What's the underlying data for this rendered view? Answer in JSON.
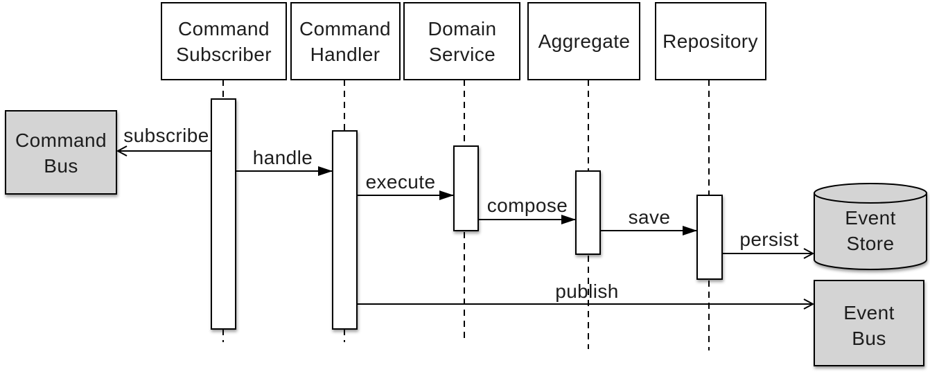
{
  "diagram": {
    "kind": "uml-sequence-diagram",
    "colors": {
      "background": "#ffffff",
      "node_fill": "#d4d4d4",
      "actor_box_fill": "#ffffff",
      "stroke": "#000000",
      "text": "#1d1d1d"
    },
    "actors": [
      {
        "id": "command-subscriber",
        "label": "Command Subscriber",
        "line1": "Command",
        "line2": "Subscriber"
      },
      {
        "id": "command-handler",
        "label": "Command Handler",
        "line1": "Command",
        "line2": "Handler"
      },
      {
        "id": "domain-service",
        "label": "Domain Service",
        "line1": "Domain",
        "line2": "Service"
      },
      {
        "id": "aggregate",
        "label": "Aggregate",
        "line1": "Aggregate"
      },
      {
        "id": "repository",
        "label": "Repository",
        "line1": "Repository"
      }
    ],
    "external_nodes": [
      {
        "id": "command-bus",
        "shape": "rectangle",
        "label": "Command Bus",
        "line1": "Command",
        "line2": "Bus"
      },
      {
        "id": "event-store",
        "shape": "cylinder",
        "label": "Event Store",
        "line1": "Event",
        "line2": "Store"
      },
      {
        "id": "event-bus",
        "shape": "rectangle",
        "label": "Event Bus",
        "line1": "Event",
        "line2": "Bus"
      }
    ],
    "messages": [
      {
        "label": "subscribe",
        "from": "command-subscriber",
        "to": "command-bus",
        "arrowhead": "open"
      },
      {
        "label": "handle",
        "from": "command-subscriber",
        "to": "command-handler",
        "arrowhead": "filled"
      },
      {
        "label": "execute",
        "from": "command-handler",
        "to": "domain-service",
        "arrowhead": "filled"
      },
      {
        "label": "compose",
        "from": "domain-service",
        "to": "aggregate",
        "arrowhead": "filled"
      },
      {
        "label": "save",
        "from": "aggregate",
        "to": "repository",
        "arrowhead": "filled"
      },
      {
        "label": "persist",
        "from": "repository",
        "to": "event-store",
        "arrowhead": "open"
      },
      {
        "label": "publish",
        "from": "command-handler",
        "to": "event-bus",
        "arrowhead": "open"
      }
    ]
  }
}
